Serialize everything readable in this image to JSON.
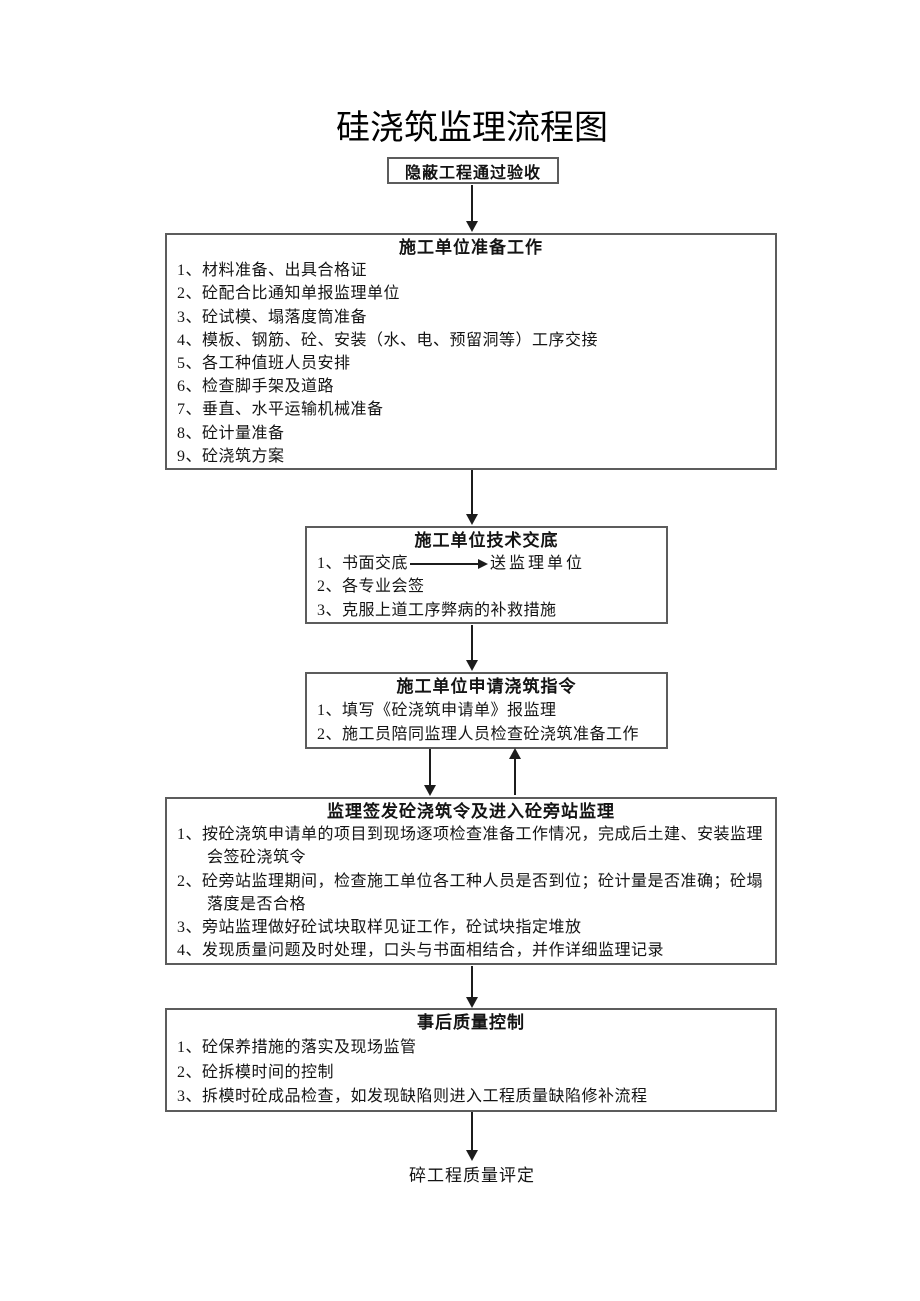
{
  "page": {
    "title": "硅浇筑监理流程图",
    "colors": {
      "text": "#141414",
      "box_border": "#5c5c5c",
      "arrow": "#1c1c1c",
      "background": "#ffffff"
    }
  },
  "flow": {
    "start": {
      "label": "隐蔽工程通过验收"
    },
    "prep": {
      "header": "施工单位准备工作",
      "items": [
        "1、材料准备、出具合格证",
        "2、砼配合比通知单报监理单位",
        "3、砼试模、塌落度筒准备",
        "4、模板、钢筋、砼、安装（水、电、预留洞等）工序交接",
        "5、各工种值班人员安排",
        "6、检查脚手架及道路",
        "7、垂直、水平运输机械准备",
        "8、砼计量准备",
        "9、砼浇筑方案"
      ]
    },
    "tech": {
      "header": "施工单位技术交底",
      "item1_pre": "1、书面交底",
      "item1_post": "送监理单位",
      "item2": "2、各专业会签",
      "item3": "3、克服上道工序弊病的补救措施"
    },
    "apply": {
      "header": "施工单位申请浇筑指令",
      "items": [
        "1、填写《砼浇筑申请单》报监理",
        "2、施工员陪同监理人员检查砼浇筑准备工作"
      ]
    },
    "supervise": {
      "header": "监理签发砼浇筑令及进入砼旁站监理",
      "item1_line1": "1、按砼浇筑申请单的项目到现场逐项检查准备工作情况，完成后土建、安装监理",
      "item1_line2": "会签砼浇筑令",
      "item2_line1": "2、砼旁站监理期间，检查施工单位各工种人员是否到位；砼计量是否准确；砼塌",
      "item2_line2": "落度是否合格",
      "item3": "3、旁站监理做好砼试块取样见证工作，砼试块指定堆放",
      "item4": "4、发现质量问题及时处理，口头与书面相结合，并作详细监理记录"
    },
    "post": {
      "header": "事后质量控制",
      "items": [
        "1、砼保养措施的落实及现场监管",
        "2、砼拆模时间的控制",
        "3、拆模时砼成品检查，如发现缺陷则进入工程质量缺陷修补流程"
      ]
    },
    "end": {
      "label": "碎工程质量评定"
    }
  }
}
